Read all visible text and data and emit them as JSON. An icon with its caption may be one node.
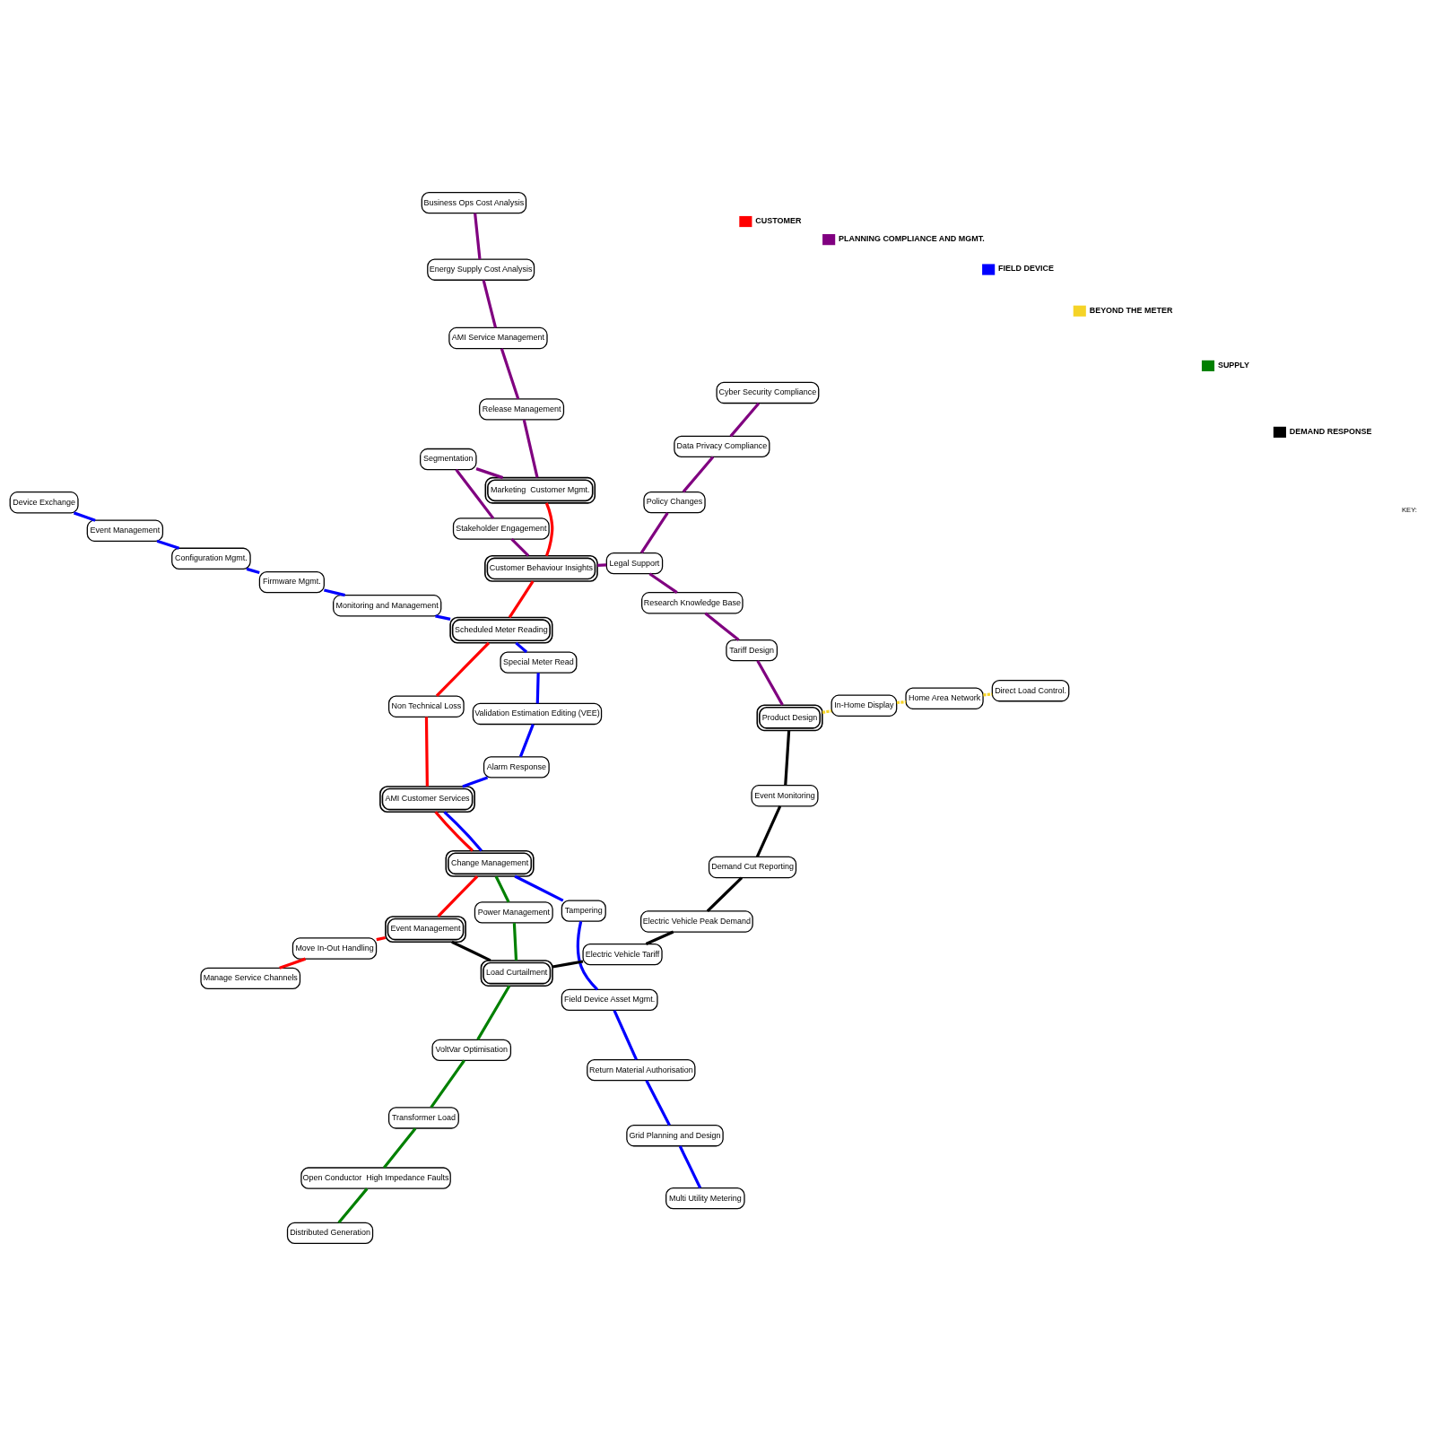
{
  "diagram": {
    "nodes": [
      {
        "text": [
          "Device Exchange"
        ]
      },
      {
        "text": [
          "Event Management"
        ]
      },
      {
        "text": [
          "Configuration Mgmt."
        ]
      },
      {
        "text": [
          "Firmware Mgmt."
        ]
      },
      {
        "text": [
          "Return Material Authorisation"
        ]
      },
      {
        "text": [
          "Grid Planning and Design"
        ]
      },
      {
        "text": [
          "Multi Utility Metering"
        ]
      },
      {
        "text": [
          "Field Device Asset Mgmt."
        ]
      },
      {
        "text": [
          "Monitoring and Management"
        ]
      },
      {
        "text": [
          "Tampering"
        ]
      },
      {
        "text": [
          "Scheduled Meter Reading"
        ]
      },
      {
        "text": [
          "Special Meter Read"
        ]
      },
      {
        "text": [
          "Validation Estimation Editing (VEE)"
        ]
      },
      {
        "text": [
          "Alarm Response"
        ]
      },
      {
        "text": [
          "AMI Customer Services"
        ]
      },
      {
        "text": [
          "Change Management"
        ]
      },
      {
        "text": [
          "Marketing  Customer Mgmt."
        ]
      },
      {
        "text": [
          "Customer Behaviour Insights"
        ]
      },
      {
        "text": [
          "Non Technical Loss"
        ]
      },
      {
        "text": [
          "Event Management"
        ]
      },
      {
        "text": [
          "Move In-Out Handling"
        ]
      },
      {
        "text": [
          "Manage Service Channels"
        ]
      },
      {
        "text": [
          "Segmentation"
        ]
      },
      {
        "text": [
          "Stakeholder Engagement"
        ]
      },
      {
        "text": [
          "Power Management"
        ]
      },
      {
        "text": [
          "Load Curtailment"
        ]
      },
      {
        "text": [
          "Release Management"
        ]
      },
      {
        "text": [
          "Legal Support"
        ]
      },
      {
        "text": [
          "Electric Vehicle Tariff"
        ]
      },
      {
        "text": [
          "VoltVar Optimisation"
        ]
      },
      {
        "text": [
          "Research Knowledge Base"
        ]
      },
      {
        "text": [
          "Policy Changes"
        ]
      },
      {
        "text": [
          "Tariff Design"
        ]
      },
      {
        "text": [
          "Transformer Load"
        ]
      },
      {
        "text": [
          "AMI Service Management"
        ]
      },
      {
        "text": [
          "Data Privacy Compliance"
        ]
      },
      {
        "text": [
          "Electric Vehicle Peak Demand"
        ]
      },
      {
        "text": [
          "Product Design"
        ]
      },
      {
        "text": [
          "Cyber Security Compliance"
        ]
      },
      {
        "text": [
          "Open Conductor  High Impedance Faults"
        ]
      },
      {
        "text": [
          "Energy Supply Cost Analysis"
        ]
      },
      {
        "text": [
          "In-Home Display"
        ]
      },
      {
        "text": [
          "Distributed Generation"
        ]
      },
      {
        "text": [
          "Event Monitoring"
        ]
      },
      {
        "text": [
          "Home Area Network"
        ]
      },
      {
        "text": [
          "Demand Cut Reporting"
        ]
      },
      {
        "text": [
          "Direct Load Control."
        ]
      },
      {
        "text": [
          "Business Ops Cost Analysis"
        ]
      }
    ],
    "edges": [
      {
        "from": 0,
        "to": 1,
        "arrow": "none",
        "color": "#0000ff"
      },
      {
        "from": 1,
        "to": 2,
        "arrow": "none",
        "color": "#0000ff"
      },
      {
        "from": 2,
        "to": 3,
        "arrow": "none",
        "color": "#0000ff"
      },
      {
        "from": 3,
        "to": 8,
        "arrow": "none",
        "color": "#0000ff"
      },
      {
        "from": 8,
        "to": 10,
        "arrow": "none",
        "color": "#0000ff"
      },
      {
        "from": 10,
        "to": 11,
        "arrow": "none",
        "color": "#0000ff"
      },
      {
        "from": 11,
        "to": 12,
        "arrow": "none",
        "color": "#0000ff"
      },
      {
        "from": 12,
        "to": 13,
        "arrow": "none",
        "color": "#0000ff"
      },
      {
        "from": 13,
        "to": 14,
        "arrow": "none",
        "color": "#0000ff"
      },
      {
        "from": 14,
        "to": 15,
        "arrow": "none",
        "color": "#0000ff"
      },
      {
        "from": 15,
        "to": 9,
        "arrow": "none",
        "color": "#0000ff"
      },
      {
        "from": 9,
        "to": 7,
        "arrow": "none",
        "color": "#0000ff"
      },
      {
        "from": 7,
        "to": 4,
        "arrow": "none",
        "color": "#0000ff"
      },
      {
        "from": 4,
        "to": 5,
        "arrow": "none",
        "color": "#0000ff"
      },
      {
        "from": 5,
        "to": 6,
        "arrow": "none",
        "color": "#0000ff"
      },
      {
        "from": 16,
        "to": 17,
        "arrow": "none",
        "color": "#ff0000"
      },
      {
        "from": 17,
        "to": 10,
        "arrow": "none",
        "color": "#ff0000"
      },
      {
        "from": 10,
        "to": 18,
        "arrow": "none",
        "color": "#ff0000"
      },
      {
        "from": 18,
        "to": 14,
        "arrow": "none",
        "color": "#ff0000"
      },
      {
        "from": 14,
        "to": 15,
        "arrow": "none",
        "color": "#ff0000"
      },
      {
        "from": 15,
        "to": 19,
        "arrow": "none",
        "color": "#ff0000"
      },
      {
        "from": 19,
        "to": 20,
        "arrow": "none",
        "color": "#ff0000"
      },
      {
        "from": 20,
        "to": 21,
        "arrow": "none",
        "color": "#ff0000"
      },
      {
        "from": 16,
        "to": 22,
        "arrow": "none",
        "color": "#800080"
      },
      {
        "from": 22,
        "to": 23,
        "arrow": "none",
        "color": "#800080"
      },
      {
        "from": 23,
        "to": 17,
        "arrow": "none",
        "color": "#800080"
      },
      {
        "from": 16,
        "to": 26,
        "arrow": "none",
        "color": "#800080"
      },
      {
        "from": 26,
        "to": 34,
        "arrow": "none",
        "color": "#800080"
      },
      {
        "from": 34,
        "to": 40,
        "arrow": "none",
        "color": "#800080"
      },
      {
        "from": 40,
        "to": 47,
        "arrow": "none",
        "color": "#800080"
      },
      {
        "from": 17,
        "to": 27,
        "arrow": "none",
        "color": "#800080"
      },
      {
        "from": 27,
        "to": 31,
        "arrow": "none",
        "color": "#800080"
      },
      {
        "from": 31,
        "to": 35,
        "arrow": "none",
        "color": "#800080"
      },
      {
        "from": 35,
        "to": 38,
        "arrow": "none",
        "color": "#800080"
      },
      {
        "from": 27,
        "to": 30,
        "arrow": "none",
        "color": "#800080"
      },
      {
        "from": 30,
        "to": 32,
        "arrow": "none",
        "color": "#800080"
      },
      {
        "from": 32,
        "to": 37,
        "arrow": "none",
        "color": "#800080"
      },
      {
        "from": 37,
        "to": 41,
        "arrow": "none",
        "style": "dashed",
        "color": "#f5d327"
      },
      {
        "from": 41,
        "to": 44,
        "arrow": "none",
        "style": "dashed",
        "color": "#f5d327"
      },
      {
        "from": 44,
        "to": 46,
        "arrow": "none",
        "style": "dashed",
        "color": "#f5d327"
      },
      {
        "from": 37,
        "to": 43,
        "arrow": "none",
        "color": "#000000"
      },
      {
        "from": 43,
        "to": 45,
        "arrow": "none",
        "color": "#000000"
      },
      {
        "from": 45,
        "to": 36,
        "arrow": "none",
        "color": "#000000"
      },
      {
        "from": 36,
        "to": 28,
        "arrow": "none",
        "color": "#000000"
      },
      {
        "from": 28,
        "to": 25,
        "arrow": "none",
        "color": "#000000"
      },
      {
        "from": 25,
        "to": 19,
        "arrow": "none",
        "color": "#000000"
      },
      {
        "from": 15,
        "to": 24,
        "arrow": "none",
        "color": "#008000"
      },
      {
        "from": 24,
        "to": 25,
        "arrow": "none",
        "color": "#008000"
      },
      {
        "from": 25,
        "to": 29,
        "arrow": "none",
        "color": "#008000"
      },
      {
        "from": 29,
        "to": 33,
        "arrow": "none",
        "color": "#008000"
      },
      {
        "from": 33,
        "to": 39,
        "arrow": "none",
        "color": "#008000"
      },
      {
        "from": 39,
        "to": 42,
        "arrow": "none",
        "color": "#008000"
      }
    ],
    "labels": [
      "KEY:"
    ],
    "legend": [
      {
        "text": "DEMAND RESPONSE",
        "color": "#000000"
      },
      {
        "text": "SUPPLY",
        "color": "#008000"
      },
      {
        "text": "BEYOND THE METER",
        "color": "#f5d327"
      },
      {
        "text": "FIELD DEVICE",
        "color": "#0000ff"
      },
      {
        "text": "PLANNING COMPLIANCE AND MGMT.",
        "color": "#800080"
      },
      {
        "text": "CUSTOMER",
        "color": "#ff0000"
      }
    ]
  }
}
